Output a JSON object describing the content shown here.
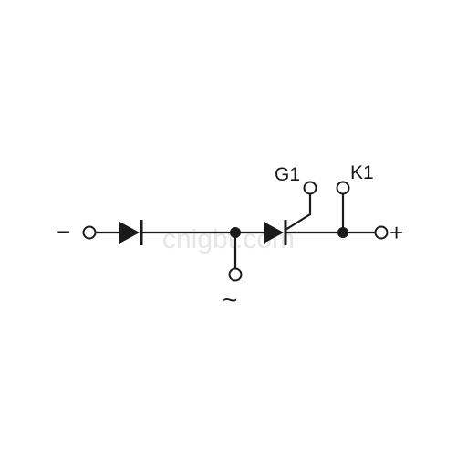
{
  "labels": {
    "negative": "−",
    "positive": "+",
    "ac": "~",
    "gate": "G1",
    "cathode": "K1"
  },
  "watermark": "cnigbt.com",
  "colors": {
    "ink": "#1a1a1a",
    "background": "#ffffff",
    "watermark": "#e6e6e6"
  }
}
